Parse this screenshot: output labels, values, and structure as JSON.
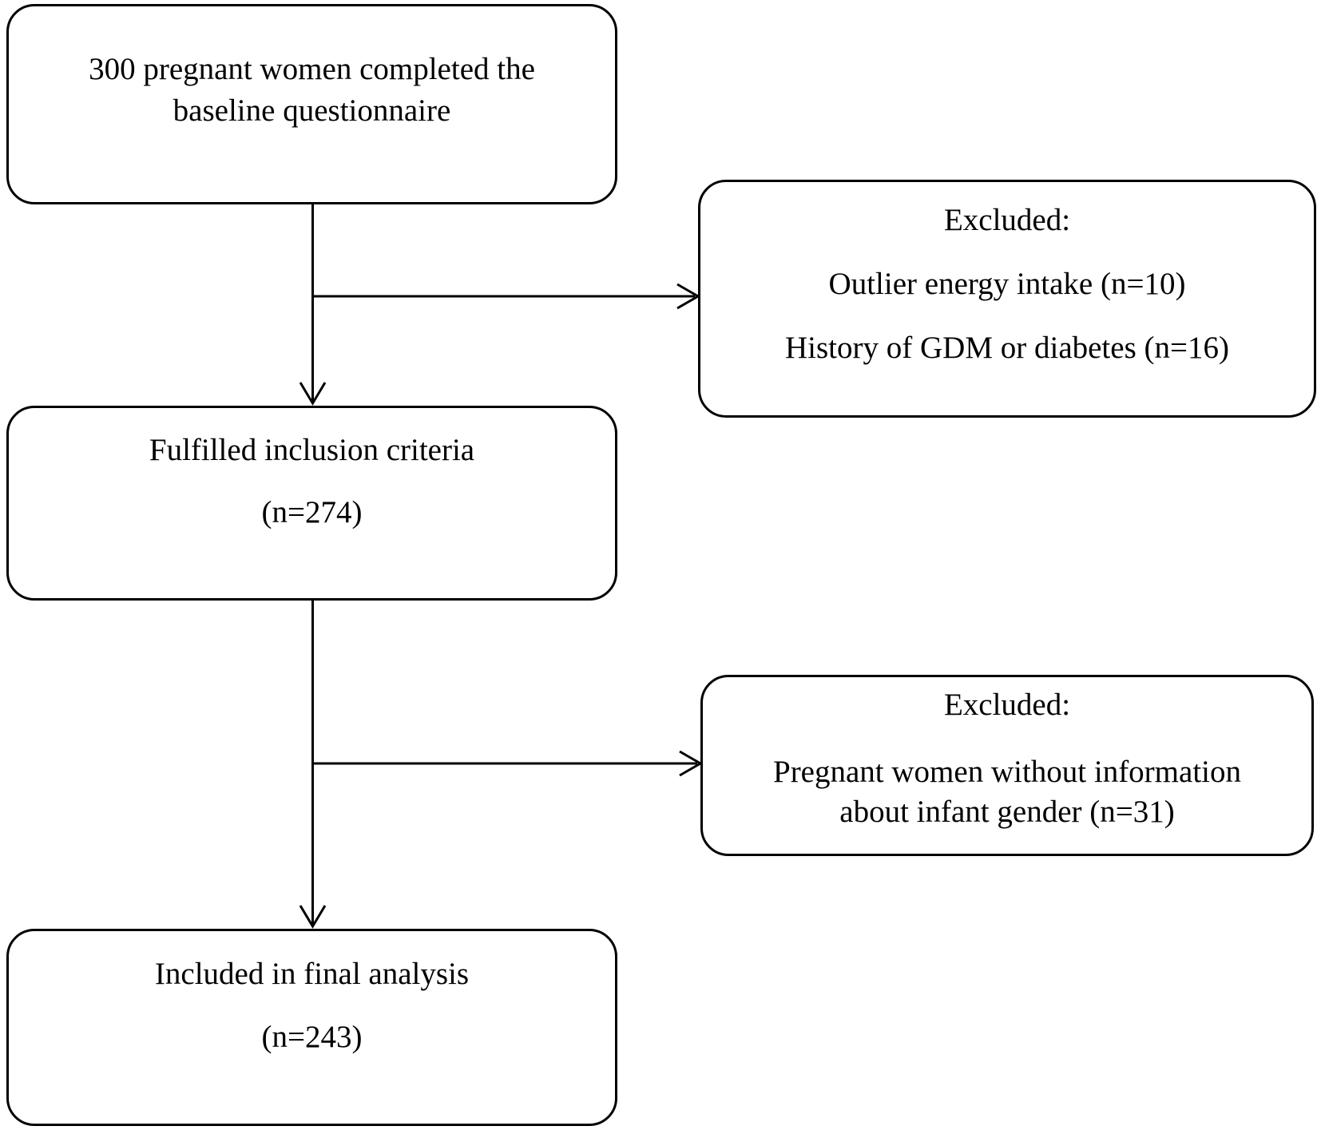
{
  "diagram": {
    "type": "flowchart",
    "background_color": "#ffffff",
    "line_color": "#000000",
    "text_color": "#000000",
    "boxes": {
      "enrollment": {
        "line1": "300 pregnant women completed the",
        "line2": "baseline questionnaire"
      },
      "excluded_first": {
        "heading": "Excluded:",
        "item1": "Outlier energy intake (n=10)",
        "item2": "History of GDM or diabetes (n=16)"
      },
      "inclusion": {
        "line1": "Fulfilled inclusion criteria",
        "line2": "(n=274)"
      },
      "excluded_second": {
        "heading": "Excluded:",
        "item1_line1": "Pregnant women without information",
        "item1_line2": "about infant gender (n=31)"
      },
      "final_analysis": {
        "line1": "Included in final analysis",
        "line2": "(n=243)"
      }
    }
  }
}
